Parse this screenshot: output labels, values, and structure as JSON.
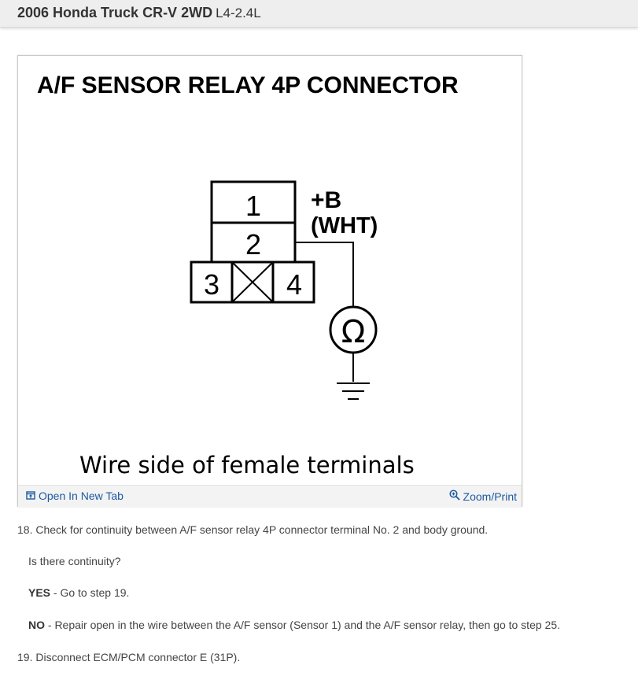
{
  "header": {
    "vehicle": "2006 Honda Truck CR-V 2WD",
    "engine": "L4-2.4L"
  },
  "diagram": {
    "title": "A/F SENSOR RELAY 4P CONNECTOR",
    "terminals": [
      "1",
      "2",
      "3",
      "4"
    ],
    "b_label": "+B",
    "wire_color": "(WHT)",
    "ohm_symbol": "Ω",
    "caption": "Wire side of female terminals"
  },
  "figure_toolbar": {
    "open_tab_label": "Open In New Tab",
    "zoom_label": "Zoom/Print",
    "link_color": "#1c5aa0"
  },
  "steps": {
    "step18": "18. Check for continuity between A/F sensor relay 4P connector terminal No. 2 and body ground.",
    "question": "Is there continuity?",
    "yes_label": "YES",
    "yes_text": " - Go to step 19.",
    "no_label": "NO",
    "no_text": " - Repair open in the wire between the A/F sensor (Sensor 1) and the A/F sensor relay, then go to step 25.",
    "step19": "19. Disconnect ECM/PCM connector E (31P)."
  }
}
